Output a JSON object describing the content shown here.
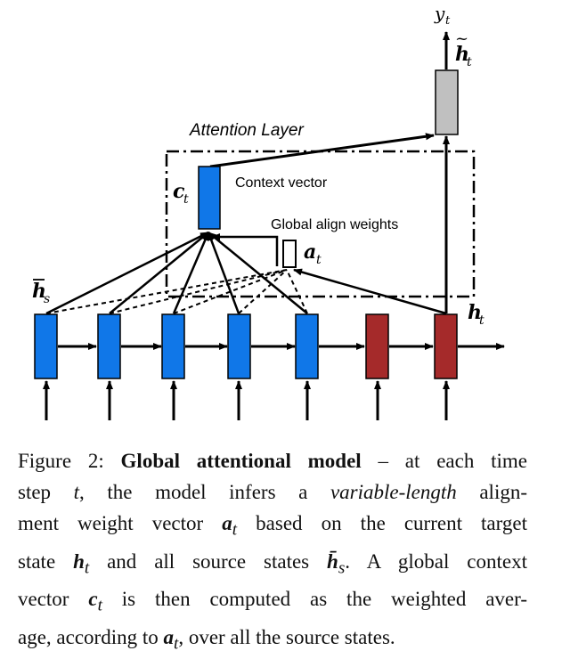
{
  "figure": {
    "title": "Attention Layer",
    "context_label": "Context vector",
    "align_label": "Global align weights",
    "y_label": "y",
    "y_sub": "t",
    "ht_tilde_label": "h",
    "ht_tilde_sub": "t",
    "ct_label": "c",
    "ct_sub": "t",
    "at_label": "a",
    "at_sub": "t",
    "hs_label": "h",
    "hs_sub": "s",
    "ht_label": "h",
    "ht_sub": "t",
    "colors": {
      "encoder": "#1077e8",
      "decoder": "#a52a2a",
      "output": "#c0c0c0"
    }
  },
  "caption": {
    "l1a": "Figure 2: ",
    "l1b": "Global attentional model",
    "l1c": " – at each time",
    "l2a": "step ",
    "l2b": "t",
    "l2c": ", the model infers a ",
    "l2d": "variable-length",
    "l2e": " align-",
    "l3a": "ment weight vector ",
    "l3b": "a",
    "l3c": "t",
    "l3d": " based on the current target",
    "l4a": "state ",
    "l4b": "h",
    "l4c": "t",
    "l4d": " and all source states ",
    "l4e": "h̄",
    "l4f": "s",
    "l4g": ". A global context",
    "l5a": "vector ",
    "l5b": "c",
    "l5c": "t",
    "l5d": " is then computed as the weighted aver-",
    "l6a": "age, according to ",
    "l6b": "a",
    "l6c": "t",
    "l6d": ", over all the source states."
  }
}
